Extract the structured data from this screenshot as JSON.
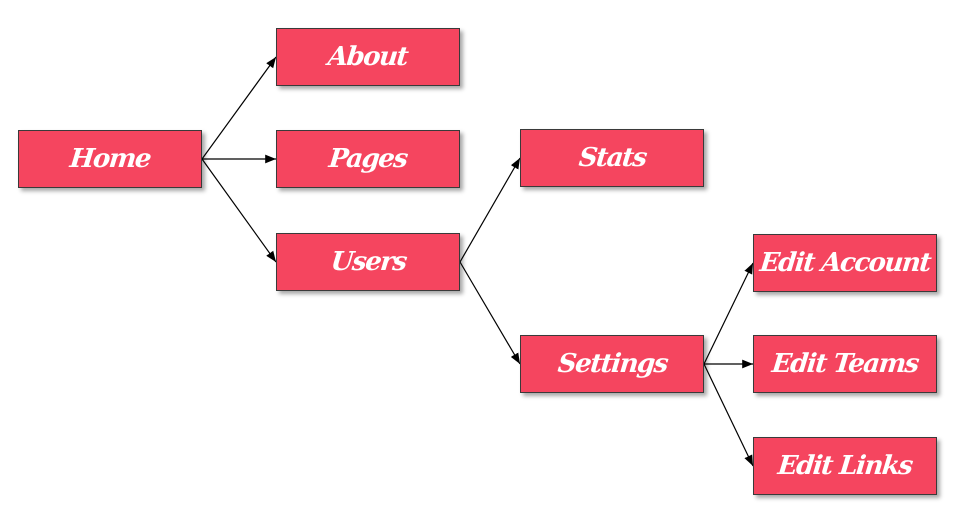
{
  "theme": {
    "node_fill": "#F5455F",
    "node_text": "#ffffff",
    "edge": "#000000"
  },
  "nodes": {
    "home": "Home",
    "about": "About",
    "pages": "Pages",
    "users": "Users",
    "stats": "Stats",
    "settings": "Settings",
    "edit_account": "Edit Account",
    "edit_teams": "Edit Teams",
    "edit_links": "Edit Links"
  },
  "edges": [
    [
      "home",
      "about"
    ],
    [
      "home",
      "pages"
    ],
    [
      "home",
      "users"
    ],
    [
      "users",
      "stats"
    ],
    [
      "users",
      "settings"
    ],
    [
      "settings",
      "edit_account"
    ],
    [
      "settings",
      "edit_teams"
    ],
    [
      "settings",
      "edit_links"
    ]
  ]
}
